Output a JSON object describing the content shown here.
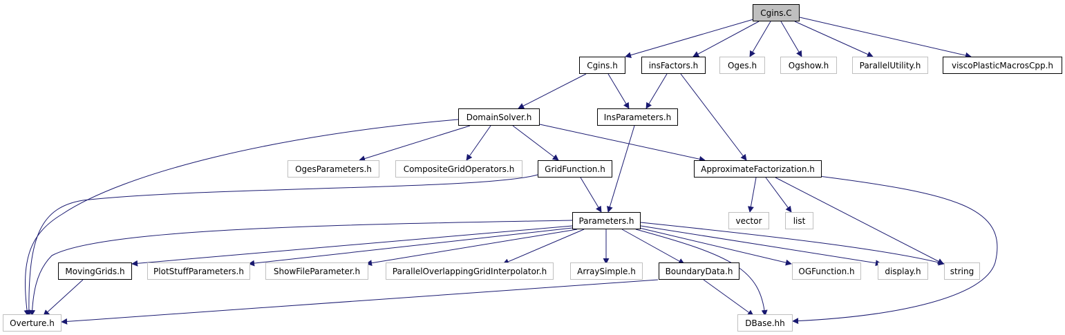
{
  "graph": {
    "edge_color": "#191970",
    "nodes": {
      "cgins_c": "Cgins.C",
      "cgins_h": "Cgins.h",
      "insfactors_h": "insFactors.h",
      "oges_h": "Oges.h",
      "ogshow_h": "Ogshow.h",
      "parallelutility_h": "ParallelUtility.h",
      "viscoplastic_h": "viscoPlasticMacrosCpp.h",
      "domainsolver_h": "DomainSolver.h",
      "insparameters_h": "InsParameters.h",
      "ogesparameters_h": "OgesParameters.h",
      "compositegridoperators_h": "CompositeGridOperators.h",
      "gridfunction_h": "GridFunction.h",
      "approximatefactorization_h": "ApproximateFactorization.h",
      "vector": "vector",
      "list": "list",
      "parameters_h": "Parameters.h",
      "movinggrids_h": "MovingGrids.h",
      "plotstuffparameters_h": "PlotStuffParameters.h",
      "showfileparameter_h": "ShowFileParameter.h",
      "parallelogi_h": "ParallelOverlappingGridInterpolator.h",
      "arraysimple_h": "ArraySimple.h",
      "boundarydata_h": "BoundaryData.h",
      "ogfunction_h": "OGFunction.h",
      "display_h": "display.h",
      "string": "string",
      "overture_h": "Overture.h",
      "dbase_hh": "DBase.hh"
    }
  }
}
